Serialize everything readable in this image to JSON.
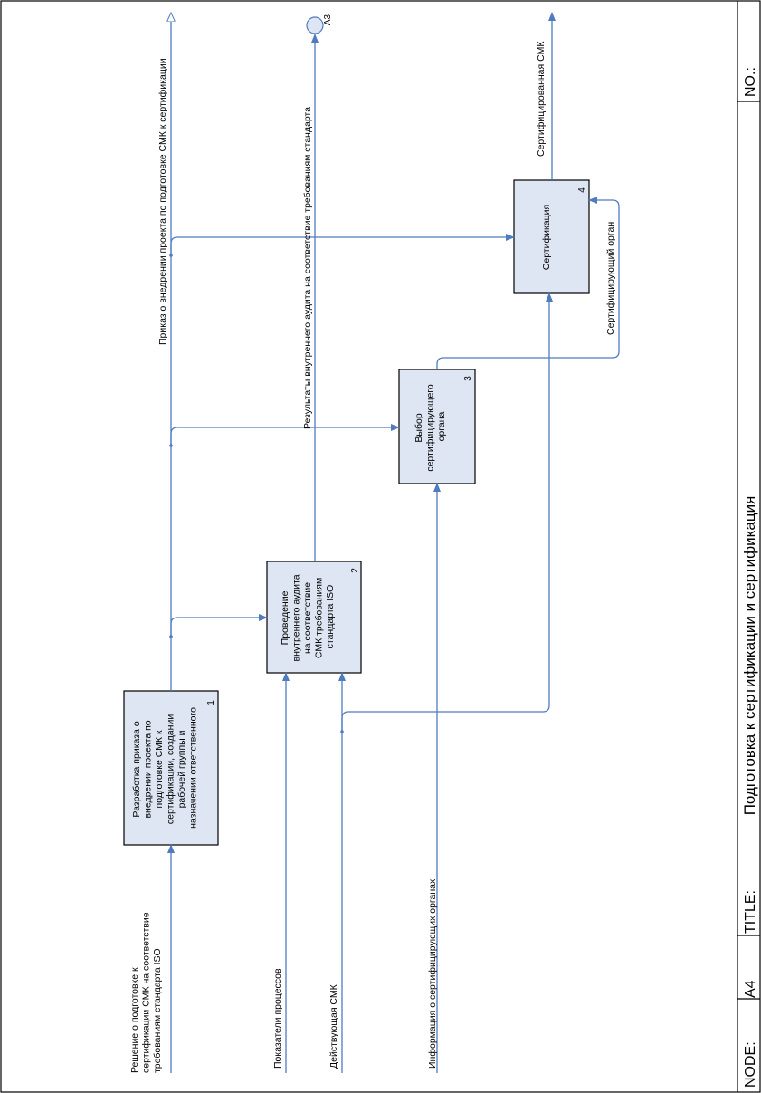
{
  "footer": {
    "node_label": "NODE:",
    "node_value": "A4",
    "title_label": "TITLE:",
    "title_value": "Подготовка к сертификации и сертификация",
    "no_label": "NO.:"
  },
  "boxes": [
    {
      "lines": [
        "Разработка приказа о",
        "внедрении проекта по",
        "подготовке СМК к",
        "сертификации, создании",
        "рабочей группы и",
        "назначении ответственного"
      ],
      "number": "1"
    },
    {
      "lines": [
        "Проведение",
        "внутреннего аудита",
        "на соответствие",
        "СМК требованиям",
        "стандарта ISO"
      ],
      "number": "2"
    },
    {
      "lines": [
        "Выбор",
        "сертифицирующего",
        "органа"
      ],
      "number": "3"
    },
    {
      "lines": [
        "Сертификация"
      ],
      "number": "4"
    }
  ],
  "inputs": {
    "decision": [
      "Решение о подготовке к",
      "сертификации СМК на соответствие",
      "требованиям стандарта ISO"
    ],
    "indicators": "Показатели процессов",
    "current_qms": "Действующая СМК",
    "cert_info": "Информация о сертифицирующих органах"
  },
  "outputs": {
    "order": "Приказ о внедрении проекта по подготовке СМК к сертификации",
    "audit_results": "Результаты внутреннего аудита на соответствие требованиям стандарта",
    "certified": "Сертифицированная СМК",
    "cert_body": "Сертифицирующий орган",
    "ref": "А3"
  }
}
